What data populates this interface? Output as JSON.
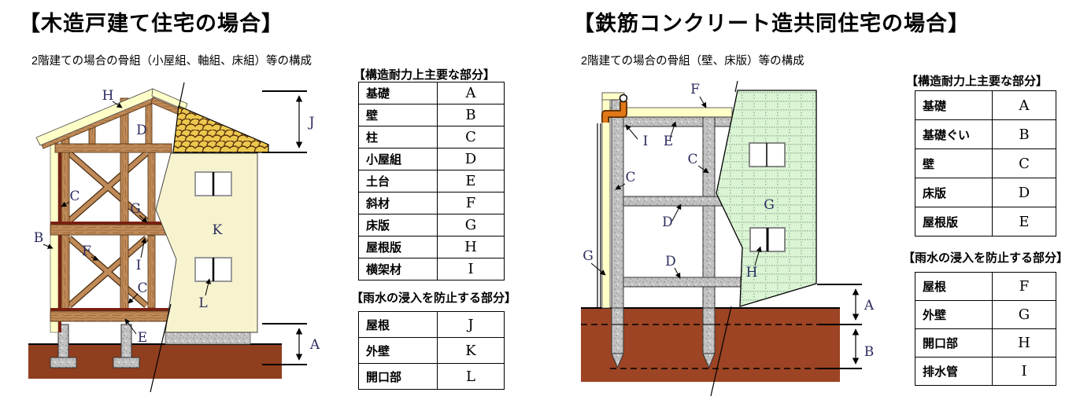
{
  "colors": {
    "diagram_label_ink": "#2b2b5e",
    "wood_brown": "#C08A58",
    "ground_left": "#8F3E1E",
    "ground_right": "#9C4423",
    "roof_shingle_gold": "#E6BC36",
    "panel_yellow": "#FFFFC8",
    "outer_wall_cream": "#F7F3CF",
    "tile_green": "#DBF4D4",
    "concrete_gray": "#C2C2C2",
    "drain_pipe_orange": "#E07818",
    "floor_red": "#7A1F12"
  },
  "left_panel": {
    "title": "【木造戸建て住宅の場合】",
    "subtitle": "2階建ての場合の骨組（小屋組、軸組、床組）等の構成",
    "diagram": {
      "letters": {
        "A": "A",
        "B": "B",
        "C": "C",
        "D": "D",
        "E": "E",
        "F": "F",
        "G": "G",
        "H": "H",
        "I": "I",
        "J": "J",
        "K": "K",
        "L": "L"
      }
    },
    "table_main": {
      "title": "【構造耐力上主要な部分】",
      "rows": [
        {
          "part": "基礎",
          "code": "A"
        },
        {
          "part": "壁",
          "code": "B"
        },
        {
          "part": "柱",
          "code": "C"
        },
        {
          "part": "小屋組",
          "code": "D"
        },
        {
          "part": "土台",
          "code": "E"
        },
        {
          "part": "斜材",
          "code": "F"
        },
        {
          "part": "床版",
          "code": "G"
        },
        {
          "part": "屋根版",
          "code": "H"
        },
        {
          "part": "横架材",
          "code": "I"
        }
      ]
    },
    "table_rain": {
      "title": "【雨水の浸入を防止する部分】",
      "rows": [
        {
          "part": "屋根",
          "code": "J"
        },
        {
          "part": "外壁",
          "code": "K"
        },
        {
          "part": "開口部",
          "code": "L"
        }
      ]
    }
  },
  "right_panel": {
    "title": "【鉄筋コンクリート造共同住宅の場合】",
    "subtitle": "2階建ての場合の骨組（壁、床版）等の構成",
    "diagram": {
      "letters": {
        "A": "A",
        "B": "B",
        "C": "C",
        "D": "D",
        "E": "E",
        "F": "F",
        "G": "G",
        "H": "H",
        "I": "I"
      }
    },
    "table_main": {
      "title": "【構造耐力上主要な部分】",
      "rows": [
        {
          "part": "基礎",
          "code": "A"
        },
        {
          "part": "基礎ぐい",
          "code": "B"
        },
        {
          "part": "壁",
          "code": "C"
        },
        {
          "part": "床版",
          "code": "D"
        },
        {
          "part": "屋根版",
          "code": "E"
        }
      ]
    },
    "table_rain": {
      "title": "【雨水の浸入を防止する部分】",
      "rows": [
        {
          "part": "屋根",
          "code": "F"
        },
        {
          "part": "外壁",
          "code": "G"
        },
        {
          "part": "開口部",
          "code": "H"
        },
        {
          "part": "排水管",
          "code": "I"
        }
      ]
    }
  }
}
